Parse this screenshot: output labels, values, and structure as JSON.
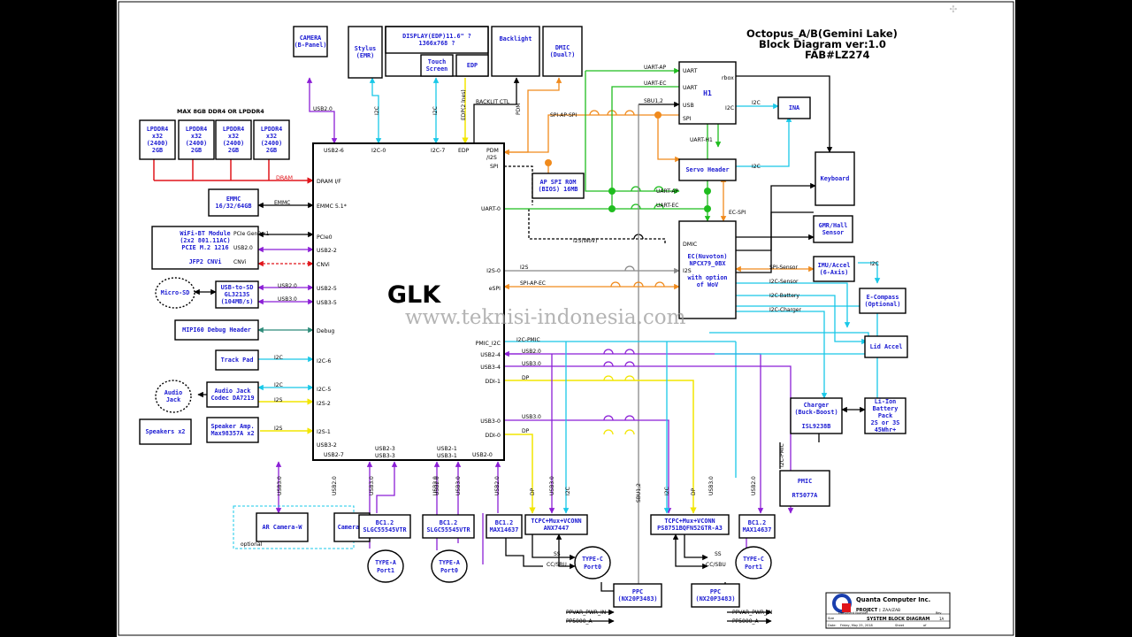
{
  "header": {
    "title_line1": "Octopus_A/B(Gemini Lake)",
    "title_line2": "Block Diagram ver:1.0",
    "title_line3": "FAB#LZ274"
  },
  "watermark": "www.teknisi-indonesia.com",
  "soc": {
    "label": "GLK"
  },
  "memory_note": "MAX 8GB DDR4 OR LPDDR4",
  "blocks": {
    "camera": [
      "CAMERA",
      "(B-Panel)"
    ],
    "stylus": [
      "Stylus",
      "(EMR)"
    ],
    "display": [
      "DISPLAY(EDP)11.6\" ?",
      "1366x768 ?"
    ],
    "touch": [
      "Touch",
      "Screen"
    ],
    "edp": [
      "EDP"
    ],
    "backlight": [
      "Backlight"
    ],
    "dmic_top": [
      "DMIC",
      "(Dual?)"
    ],
    "lpddr1": [
      "LPDDR4",
      "x32",
      "(2400)",
      "2GB"
    ],
    "lpddr2": [
      "LPDDR4",
      "x32",
      "(2400)",
      "2GB"
    ],
    "lpddr3": [
      "LPDDR4",
      "x32",
      "(2400)",
      "2GB"
    ],
    "lpddr4": [
      "LPDDR4",
      "x32",
      "(2400)",
      "2GB"
    ],
    "emmc": [
      "EMMC",
      "16/32/64GB"
    ],
    "wifi": [
      "WiFi-BT Module",
      "(2x2 801.11AC)",
      "PCIE M.2 1216",
      "",
      "JFP2 CNVi"
    ],
    "usb_sd": [
      "USB-to-SD",
      "GL3213S",
      "(104MB/s)"
    ],
    "micro_sd": [
      "Micro-SD"
    ],
    "mipi": [
      "MIPI60 Debug Header"
    ],
    "trackpad": [
      "Track Pad"
    ],
    "audio_jack_circle": [
      "Audio",
      "Jack"
    ],
    "audio_codec": [
      "Audio Jack",
      "Codec DA7219"
    ],
    "speakers": [
      "Speakers x2"
    ],
    "speaker_amp": [
      "Speaker Amp.",
      "Max98357A x2"
    ],
    "spi_rom": [
      "AP SPI ROM",
      "(BIOS) 16MB"
    ],
    "h1": [
      "H1"
    ],
    "ina": [
      "INA"
    ],
    "servo": [
      "Servo Header"
    ],
    "keyboard": [
      "Keyboard"
    ],
    "ec": [
      "EC(Nuvoton)",
      "NPCX79_0BX",
      "",
      "with option",
      "of WoV"
    ],
    "gmr": [
      "GMR/Hall",
      "Sensor"
    ],
    "imu": [
      "IMU/Accel",
      "(6-Axis)"
    ],
    "ecompass": [
      "E-Compass",
      "(Optional)"
    ],
    "lid_accel": [
      "Lid Accel"
    ],
    "charger": [
      "Charger",
      "(Buck-Boost)",
      "",
      "ISL9238B"
    ],
    "battery": [
      "Li-Ion",
      "Battery",
      "Pack",
      "2S or 3S",
      "45Whr+"
    ],
    "pmic": [
      "PMIC",
      "",
      "RT5077A"
    ],
    "ar_camera": [
      "AR Camera-W"
    ],
    "camera_w": [
      "Camera-W"
    ],
    "bc_a": [
      "BC1.2",
      "SLGC55545VTR"
    ],
    "bc_b": [
      "BC1.2",
      "SLGC55545VTR"
    ],
    "bc_c": [
      "BC1.2",
      "MAX14637"
    ],
    "tcpc0": [
      "TCPC+Mux+VCONN",
      "ANX7447"
    ],
    "tcpc1": [
      "TCPC+Mux+VCONN",
      "PS8751BQFN52GTR-A3"
    ],
    "bc_d": [
      "BC1.2",
      "MAX14637"
    ],
    "ppc0": [
      "PPC",
      "(NX20P3483)"
    ],
    "ppc1": [
      "PPC",
      "(NX20P3483)"
    ]
  },
  "ports": {
    "typea1": [
      "TYPE-A",
      "Port1"
    ],
    "typea0": [
      "TYPE-A",
      "Port0"
    ],
    "typec0": [
      "TYPE-C",
      "Port0"
    ],
    "typec1": [
      "TYPE-C",
      "Port1"
    ]
  },
  "soc_pins": {
    "usb2_6": "USB2-6",
    "i2c_0": "I2C-0",
    "i2c_7": "I2C-7",
    "edp": "EDP",
    "pdm": "PDM",
    "i2s_top": "/I2S",
    "spi": "SPI",
    "dram": "DRAM I/F",
    "emmc": "EMMC 5.1*",
    "pcie0": "PCIe0",
    "usb2_2": "USB2-2",
    "cnvi": "CNVi",
    "usb2_5": "USB2-5",
    "usb3_5": "USB3-5",
    "debug": "Debug",
    "i2c_6": "I2C-6",
    "i2c_5": "I2C-5",
    "i2s_2": "I2S-2",
    "i2s_1": "I2S-1",
    "usb3_2": "USB3-2",
    "usb2_7": "USB2-7",
    "usb2_3": "USB2-3",
    "usb3_3": "USB3-3",
    "usb2_1": "USB2-1",
    "usb3_1": "USB3-1",
    "usb2_0": "USB2-0",
    "uart_0": "UART-0",
    "i2s_0": "I2S-0",
    "espi": "eSPI",
    "pmic_i2c": "PMIC_I2C",
    "usb2_4": "USB2-4",
    "usb3_4": "USB3-4",
    "ddi_1": "DDI-1",
    "usb3_0": "USB3-0",
    "ddi_0": "DDI-0"
  },
  "h1_pins": {
    "uart1": "UART",
    "uart2": "UART",
    "usb": "USB",
    "spi": "SPI",
    "rbox": "rbox",
    "i2c": "I2C"
  },
  "ec_pins": {
    "dmic": "DMIC",
    "i2s": "I2S"
  },
  "signals": {
    "usb2_0_cam": "USB2.0",
    "i2c_stylus": "I2C",
    "i2c_touch": "I2C",
    "edp_2lnes": "EDP(2 lnes)",
    "backlit": "BACKLIT CTL",
    "pdm": "PDM",
    "dram": "DRAM",
    "emmc": "EMMC",
    "pcie": "PCIe Gen2 x1",
    "usb2_wifi": "USB2.0",
    "cnvi": "CNVi",
    "usb2_sd": "USB2.0",
    "usb3_sd": "USB3.0",
    "i2c_tp": "I2C",
    "i2c_audio": "I2C",
    "i2s_audio": "I2S",
    "i2s_amp": "I2S",
    "uart_ap": "UART-AP",
    "uart_ec": "UART-EC",
    "sbu": "SBU1,2",
    "spi_ap_spi": "SPI-AP-SPI",
    "i2c_ina": "I2C",
    "uart_h1": "UART-H1",
    "i2c_servo": "I2C",
    "uart_ap2": "UART-AP",
    "uart_ec2": "UART-EC",
    "ec_spi": "EC-SPI",
    "i2s_wov": "I2S(WoV)",
    "i2s": "I2S",
    "spi_ap_ec": "SPI-AP-EC",
    "spi_sensor": "SPI-Sensor",
    "i2c_compass": "I2C",
    "i2c_sensor": "I2C-Sensor",
    "i2c_battery": "I2C-Battery",
    "i2c_charger": "I2C-Charger",
    "i2c_pmic_b": "I2C-PMIC",
    "i2c_pmic_r": "I2C-PMIC",
    "usb2_0_a": "USB2.0",
    "usb3_0_a": "USB3.0",
    "dp_a": "DP",
    "usb3_0_b": "USB3.0",
    "dp_b": "DP",
    "usb3_v1": "USB3.0",
    "usb2_v1": "USB2.0",
    "usb2_v2": "USB2.0",
    "usb3_v2": "USB3.0",
    "usb2_v3": "USB2.0",
    "usb3_v3": "USB3.0",
    "usb2_v4": "USB2.0",
    "dp_v1": "DP",
    "i2c_v1": "I2C",
    "usb3_v4": "USB3.0",
    "sbu_v": "SBU1,2",
    "i2c_v2": "I2C",
    "dp_v2": "DP",
    "usb3_v5": "USB3.0",
    "usb2_v5": "USB2.0",
    "ss0": "SS",
    "cc0": "CC/SBU",
    "ss1": "SS",
    "cc1": "CC/SBU",
    "ppvar0": "PPVAR_PWR_IN",
    "pp5000_0": "PP5000_A",
    "ppvar1": "PPVAR_PWR_IN",
    "pp5000_1": "PP5000_A",
    "optional": "optional"
  },
  "title_block": {
    "company": "Quanta Computer Inc.",
    "project_label": "PROJECT :",
    "project": "ZAA/ZAB",
    "doc_title": "SYSTEM BLOCK DIAGRAM",
    "size": "Size",
    "doc_num": "Document Number",
    "rev": "Rev",
    "rev_val": "1A",
    "date": "Date:",
    "date_val": "Friday, May 25, 2018",
    "sheet": "Sheet",
    "of": "of"
  },
  "colors": {
    "sheet": "#ffffff",
    "bg": "#000000",
    "block_text": "#1a1ad2",
    "dram": "#e0151b",
    "usb": "#8b1fd6",
    "i2c": "#19c8e8",
    "edp": "#f2e600",
    "orange": "#f08a1c",
    "green": "#1fbd1f",
    "gray": "#888888",
    "teal": "#2e8b7a"
  },
  "icons": {
    "top_right": "symmetry-icon"
  }
}
